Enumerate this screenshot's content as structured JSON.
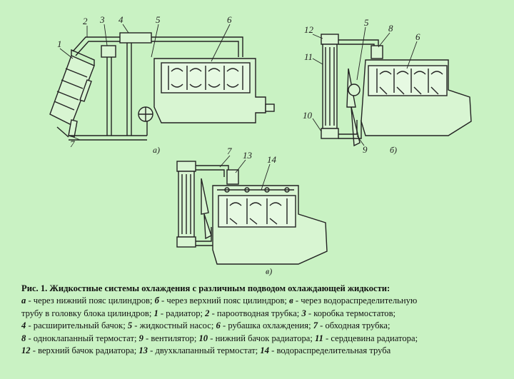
{
  "labels": {
    "a": [
      "1",
      "2",
      "3",
      "4",
      "5",
      "6",
      "7"
    ],
    "b": [
      "12",
      "11",
      "10",
      "5",
      "8",
      "6",
      "9"
    ],
    "c": [
      "7",
      "13",
      "14"
    ]
  },
  "sublabels": {
    "a": "а)",
    "b": "б)",
    "c": "в)"
  },
  "caption": {
    "title": "Рис. 1. Жидкостные системы охлаждения с различным подводом охлаждающей жидкости:",
    "line1": {
      "k1": "а",
      "t1": " - через нижний пояс цилиндров; ",
      "k2": "б",
      "t2": " - через верхний пояс цилиндров; ",
      "k3": "в",
      "t3": " - через водораспределительную"
    },
    "line2": {
      "t0": "трубу в головку блока цилиндров;     ",
      "k1": "1",
      "t1": " - радиатор;   ",
      "k2": "2",
      "t2": " - пароотводная трубка;   ",
      "k3": "3",
      "t3": " - коробка термостатов;"
    },
    "line3": {
      "k1": "4",
      "t1": " - расширительный бачок;   ",
      "k2": "5",
      "t2": " - жидкостный насос;   ",
      "k3": "6",
      "t3": " - рубашка охлаждения;   ",
      "k4": "7",
      "t4": " - обходная трубка;"
    },
    "line4": {
      "k1": "8",
      "t1": " - одноклапанный термостат;  ",
      "k2": "9",
      "t2": " - вентилятор;  ",
      "k3": "10",
      "t3": " - нижний бачок радиатора;   ",
      "k4": "11",
      "t4": " - сердцевина радиатора;"
    },
    "line5": {
      "k1": "12",
      "t1": " - верхний бачок радиатора;   ",
      "k2": "13",
      "t2": " - двухклапанный термостат;   ",
      "k3": "14",
      "t3": " - водораспределительная труба"
    }
  },
  "colors": {
    "background": "#c9f2c3",
    "ink": "#222222"
  }
}
